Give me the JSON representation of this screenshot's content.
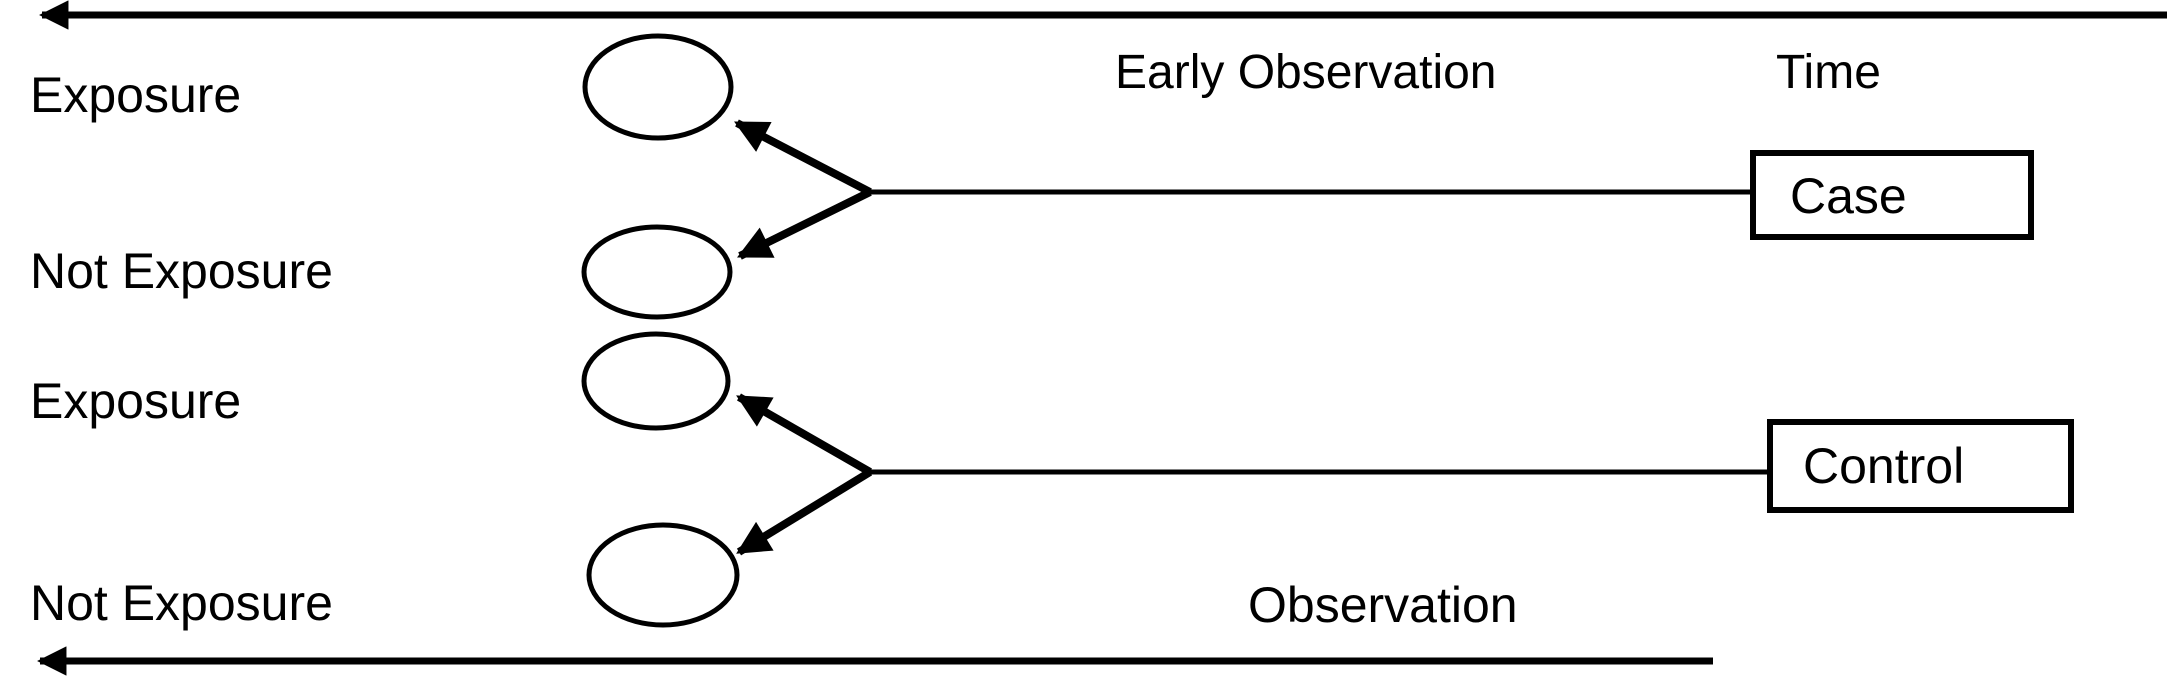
{
  "colors": {
    "ink": "#000000",
    "background": "#ffffff"
  },
  "timelines": {
    "top": {
      "direction": "left"
    },
    "bottom": {
      "direction": "left"
    }
  },
  "row_labels": [
    {
      "text": "Exposure"
    },
    {
      "text": "Not Exposure"
    },
    {
      "text": "Exposure"
    },
    {
      "text": "Not Exposure"
    }
  ],
  "annotations": {
    "early_observation": "Early Observation",
    "time": "Time",
    "observation": "Observation"
  },
  "group_boxes": [
    {
      "label": "Case"
    },
    {
      "label": "Control"
    }
  ],
  "structure": {
    "case_branches_to": [
      "Exposure",
      "Not Exposure"
    ],
    "control_branches_to": [
      "Exposure",
      "Not Exposure"
    ]
  }
}
